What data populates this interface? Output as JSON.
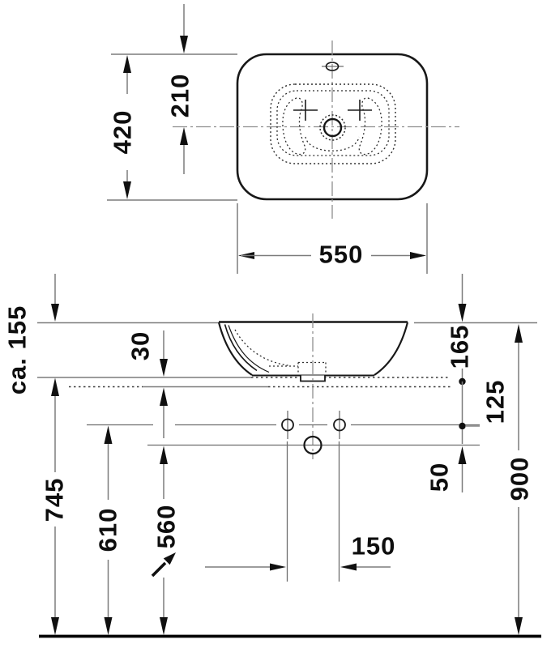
{
  "meta": {
    "title": "Washbasin technical installation drawing",
    "type": "dimensioned engineering drawing",
    "views": [
      "plan view (top)",
      "front elevation (bottom)"
    ],
    "units": "mm",
    "colors": {
      "background": "#ffffff",
      "ink": "#0e0e0e",
      "thin_line": "#7c7c7c"
    }
  },
  "dims": {
    "d550": {
      "label": "550",
      "meaning": "basin overall width (plan)"
    },
    "d420": {
      "label": "420",
      "meaning": "basin overall depth (plan)"
    },
    "d210": {
      "label": "210",
      "meaning": "front edge to bowl centerline (plan)"
    },
    "ca155": {
      "label": "ca. 155",
      "meaning": "basin height above counter (elevation)"
    },
    "d30": {
      "label": "30",
      "meaning": "countertop thickness (elevation)"
    },
    "d165": {
      "label": "165",
      "meaning": "rim down to counter underside (elevation)"
    },
    "d125": {
      "label": "125",
      "meaning": "counter underside to tap line (elevation)"
    },
    "d50": {
      "label": "50",
      "meaning": "tap line to drain centerline (elevation)"
    },
    "d900": {
      "label": "900",
      "meaning": "floor to basin rim (elevation)"
    },
    "d745": {
      "label": "745",
      "meaning": "floor to counter top (elevation)"
    },
    "d610": {
      "label": "610",
      "meaning": "floor to tap connection line (elevation)"
    },
    "d560": {
      "label": "560",
      "meaning": "floor to drain outlet centerline (elevation)"
    },
    "d150": {
      "label": "150",
      "meaning": "spacing between supply connections (elevation)"
    }
  }
}
